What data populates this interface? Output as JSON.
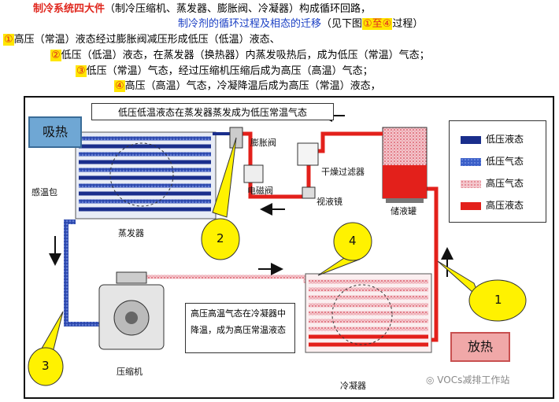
{
  "header": {
    "line1_red": "制冷系统四大件",
    "line1_black": "（制冷压缩机、蒸发器、膨胀阀、冷凝器）构成循环回路，",
    "line2_blue": "制冷剂的循环过程及相态的迁移",
    "line2_mid": "（见下图",
    "line2_hl": "①至④",
    "line2_end": "过程）",
    "steps": [
      {
        "num": "①",
        "text": "高压（常温）液态经过膨胀阀减压形成低压（低温）液态、"
      },
      {
        "num": "②",
        "text": "低压（低温）液态，在蒸发器（换热器）内蒸发吸热后，成为低压（常温）气态；"
      },
      {
        "num": "③",
        "text": "低压（常温）气态，经过压缩机压缩后成为高压（高温）气态；"
      },
      {
        "num": "④",
        "text": "高压（高温）气态，冷凝降温后成为高压（常温）液态，"
      }
    ]
  },
  "diagram": {
    "note_top": "低压低温液态在蒸发器蒸发成为低压常温气态",
    "note_mid": "高压高温气态在冷凝器中降温，成为高压常温液态",
    "absorb": "吸热",
    "release": "放热",
    "labels": {
      "expansion_valve": "膨胀阀",
      "filter_drier": "干燥过滤器",
      "solenoid_valve": "电磁阀",
      "sight_glass": "视液镜",
      "receiver": "储液罐",
      "evaporator": "蒸发器",
      "temp_bulb": "感温包",
      "compressor": "压缩机",
      "condenser": "冷凝器"
    },
    "callouts": [
      "1",
      "2",
      "3",
      "4"
    ],
    "legend": [
      {
        "label": "低压液态",
        "color": "#1a2e8c"
      },
      {
        "label": "低压气态",
        "color": "#3b5fc8"
      },
      {
        "label": "高压气态",
        "color": "#e8a0a8"
      },
      {
        "label": "高压液态",
        "color": "#e3201b"
      }
    ]
  },
  "watermark": "VOCs减排工作站"
}
